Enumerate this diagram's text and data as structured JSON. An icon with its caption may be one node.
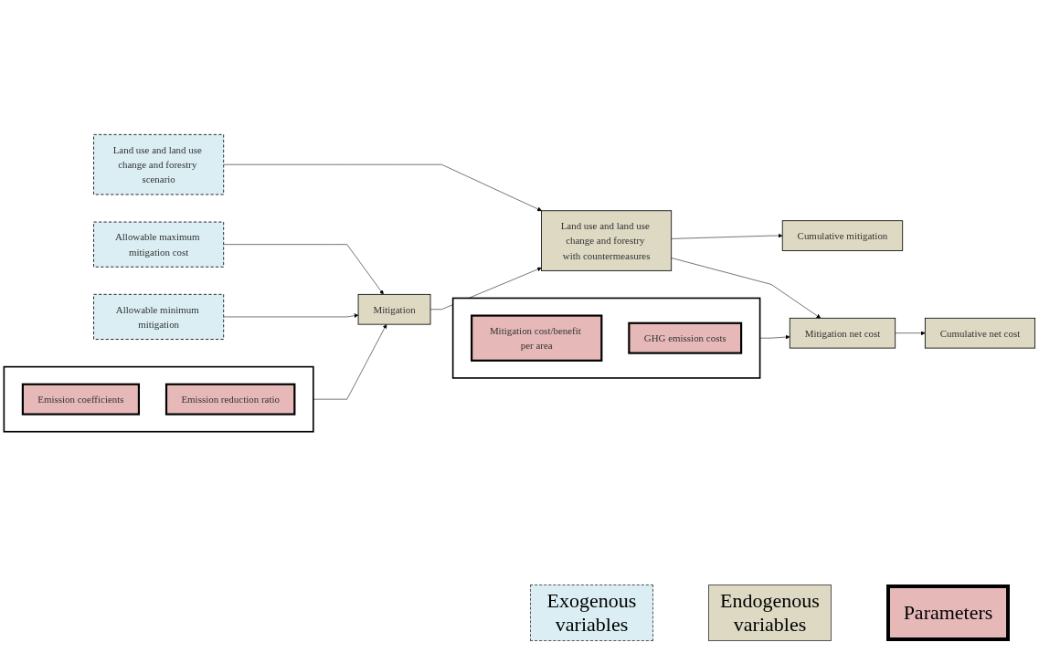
{
  "diagram": {
    "nodes": [
      {
        "text": [],
        "shape": "box"
      },
      {
        "text": [
          "Emission coefficients"
        ],
        "in": 0
      },
      {
        "text": [
          "Emission reduction ratio"
        ],
        "in": 0
      },
      {
        "text": [
          "Land use and land use change and forestry scenario"
        ]
      },
      {
        "text": [],
        "shape": "box"
      },
      {
        "text": [
          "Mitigation cost/benefit per area"
        ],
        "in": 4
      },
      {
        "text": [
          "GHG emission costs"
        ],
        "in": 4
      },
      {
        "text": [
          "Allowable maximum mitigation cost"
        ]
      },
      {
        "text": [
          "Allowable minimum mitigation"
        ]
      },
      {
        "text": [
          "Mitigation"
        ]
      },
      {
        "text": [
          "Cumulative mitigation"
        ]
      },
      {
        "text": [
          "Land use and land use change and forestry with countermeasures"
        ]
      },
      {
        "text": [
          "Mitigation net cost"
        ]
      },
      {
        "text": [
          "Cumulative net cost"
        ]
      }
    ],
    "edges": [
      {
        "from": 0,
        "to": 9,
        "arrow": "to"
      },
      {
        "from": 7,
        "to": 9,
        "arrow": "to"
      },
      {
        "from": 8,
        "to": 9,
        "arrow": "to"
      },
      {
        "from": 3,
        "to": 11,
        "arrow": "to"
      },
      {
        "from": 4,
        "to": 12,
        "arrow": "to"
      },
      {
        "from": 9,
        "to": 11,
        "arrow": "to"
      },
      {
        "from": 11,
        "to": 10,
        "arrow": "to"
      },
      {
        "from": 11,
        "to": 12,
        "arrow": "to"
      },
      {
        "from": 12,
        "to": 13,
        "arrow": "to"
      }
    ],
    "legend": [
      {
        "text": "Exogenous variables",
        "color": "#daeef3"
      },
      {
        "text": "Endogenous variables",
        "color": "#ddd9c3"
      },
      {
        "text": "Parameters",
        "color": "#e6b9b8"
      }
    ]
  }
}
